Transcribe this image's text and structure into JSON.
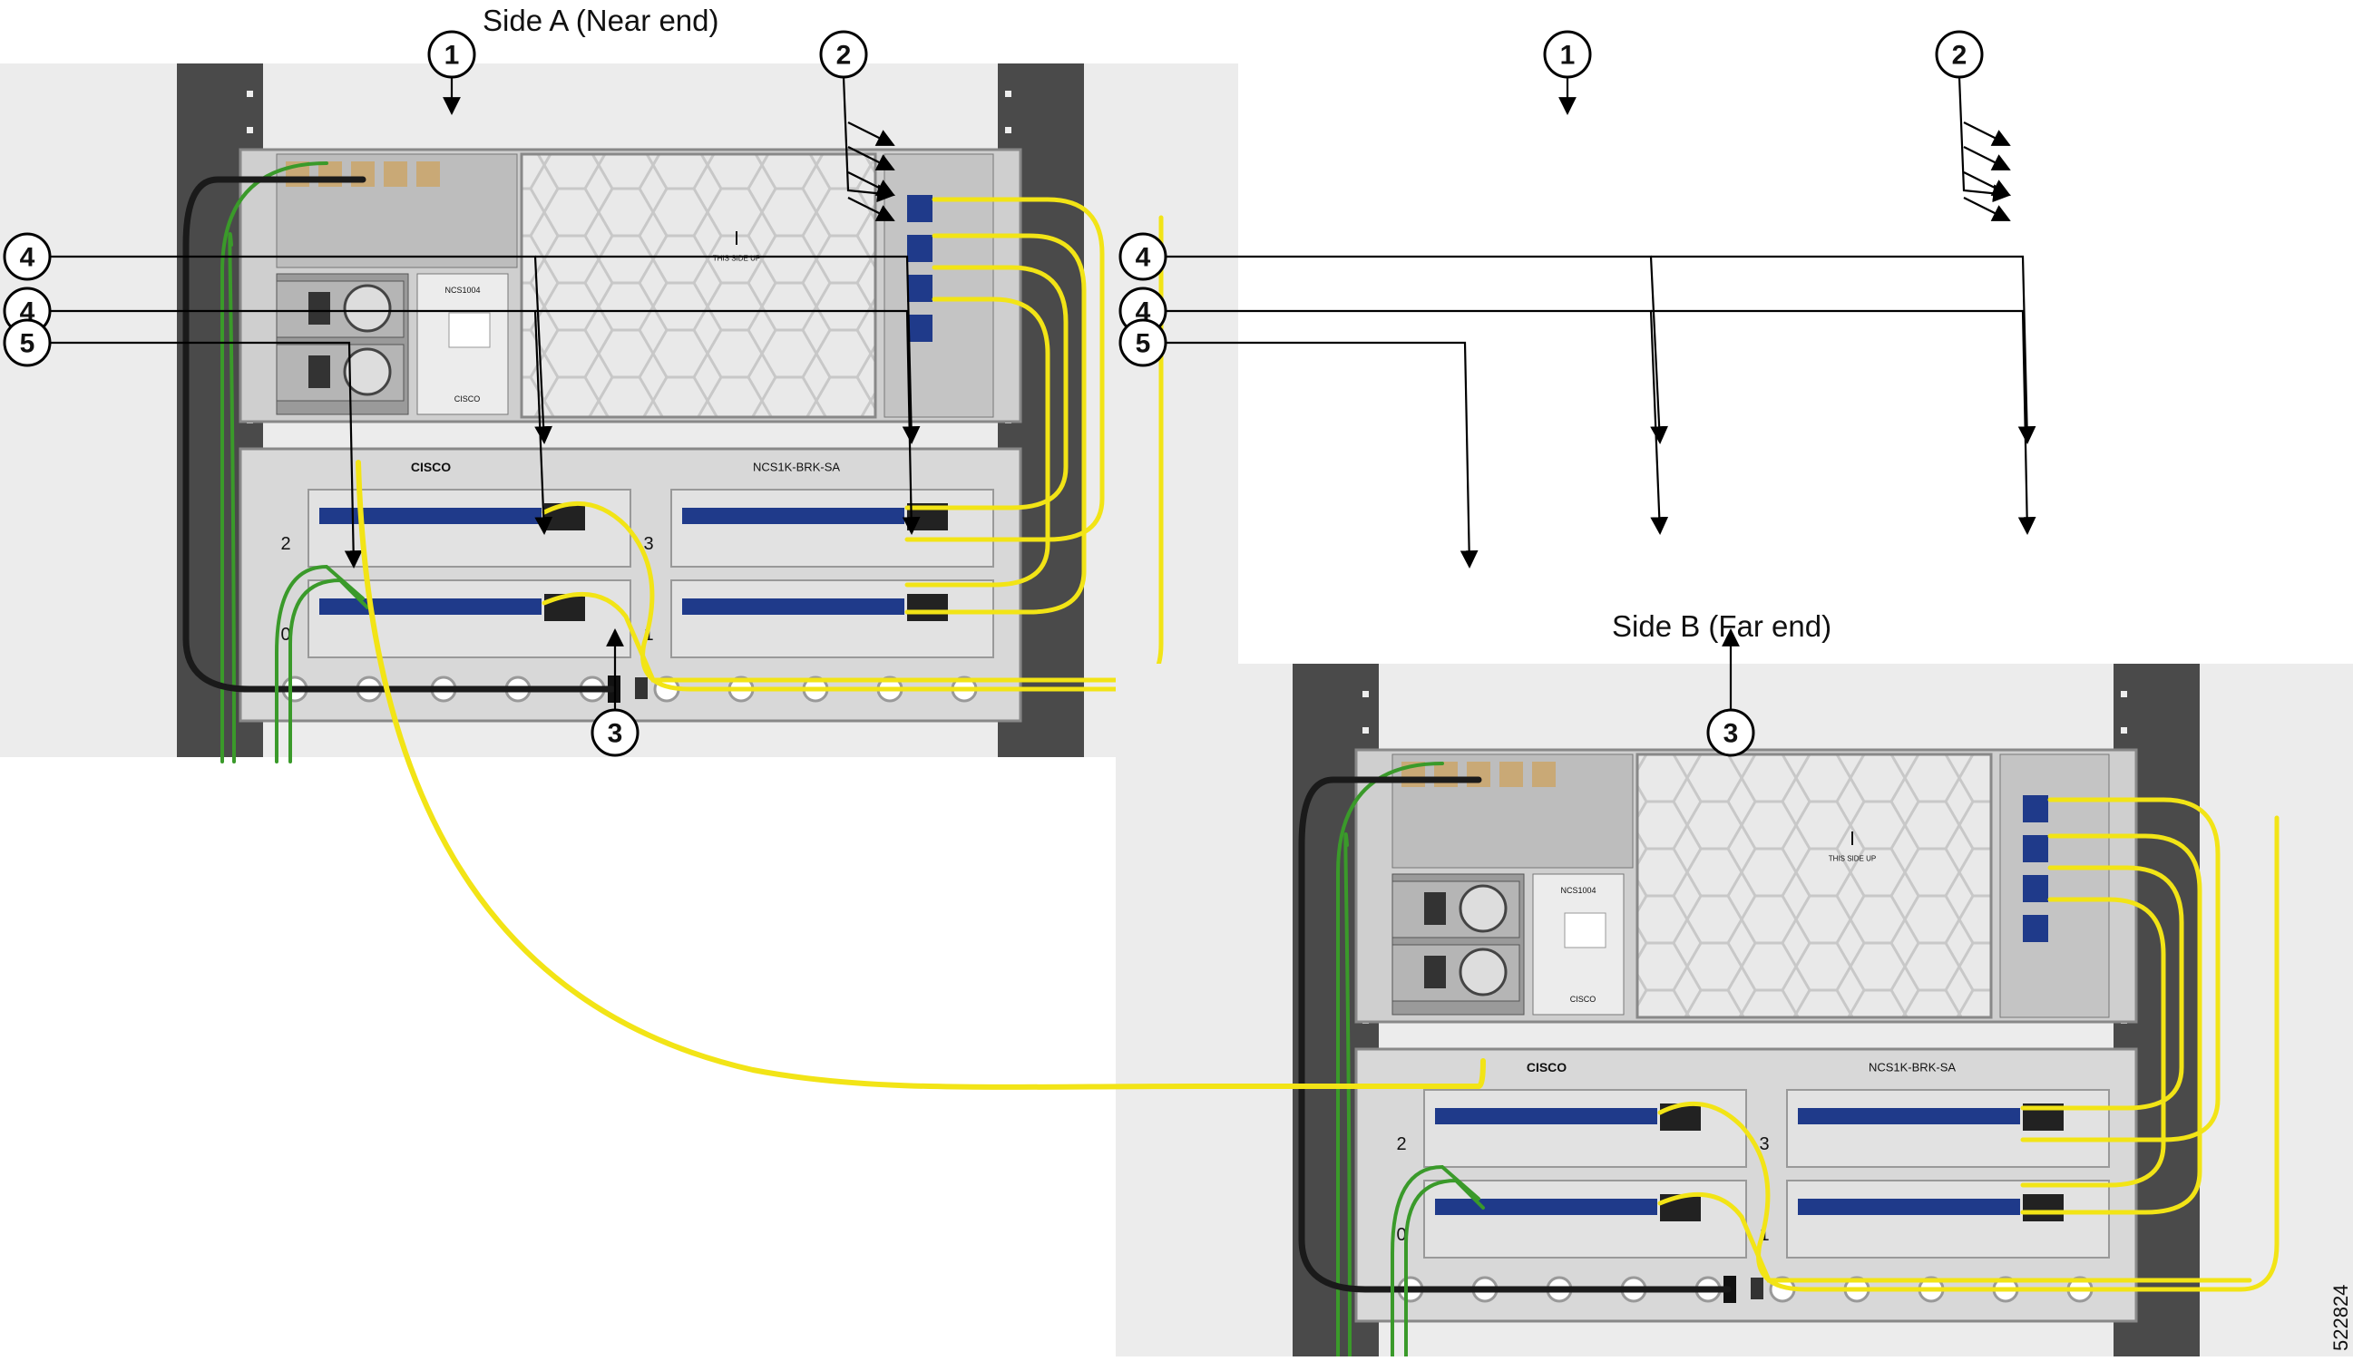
{
  "side_a": {
    "title": "Side A (Near end)",
    "upper_device": {
      "fan_label": "THIS SIDE UP",
      "psu_label": "NCS1004",
      "brand": "CISCO"
    },
    "bracket": {
      "brand": "CISCO",
      "model": "NCS1K-BRK-SA",
      "slot_numbers": [
        "2",
        "3",
        "0",
        "1"
      ]
    },
    "callouts": [
      "1",
      "2",
      "3",
      "4",
      "4",
      "5"
    ]
  },
  "side_b": {
    "title": "Side B (Far end)",
    "upper_device": {
      "fan_label": "THIS SIDE UP",
      "psu_label": "NCS1004",
      "brand": "CISCO"
    },
    "bracket": {
      "brand": "CISCO",
      "model": "NCS1K-BRK-SA",
      "slot_numbers": [
        "2",
        "3",
        "0",
        "1"
      ]
    },
    "callouts": [
      "1",
      "2",
      "3",
      "4",
      "4",
      "5"
    ]
  },
  "figure_id": "522824",
  "colors": {
    "rack": "#4a4a4a",
    "panel": "#d8d8d8",
    "yellow_cable": "#f2e416",
    "black_cable": "#1a1a1a",
    "green_cable": "#3a9a2a",
    "port_blue": "#1f3a8a",
    "background": "#ececec"
  },
  "icons": [
    "numbered-callout-circle",
    "arrow-leader",
    "fan-honeycomb-grille",
    "power-supply",
    "usb-port"
  ]
}
